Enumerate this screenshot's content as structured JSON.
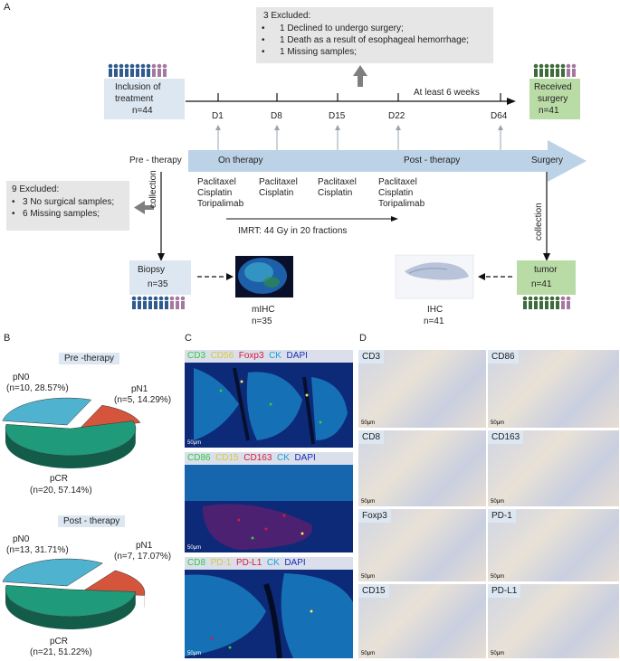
{
  "panels": {
    "a": "A",
    "b": "B",
    "c": "C",
    "d": "D"
  },
  "excluded_top": {
    "title": "3 Excluded:",
    "items": [
      "1 Declined to undergo surgery;",
      "1 Death as a result of esophageal hemorrhage;",
      "1 Missing samples;"
    ]
  },
  "excluded_left": {
    "title": "9 Excluded:",
    "items": [
      "3 No surgical samples;",
      "6 Missing samples;"
    ]
  },
  "inclusion": {
    "line1": "Inclusion of",
    "line2": "treatment",
    "n": "n=44"
  },
  "received": {
    "line1": "Received",
    "line2": "surgery",
    "n": "n=41"
  },
  "timeline": {
    "days": [
      "D1",
      "D8",
      "D15",
      "D22",
      "D64"
    ],
    "weeks_note": "At least 6 weeks"
  },
  "arrow": {
    "pre": "Pre - therapy",
    "on": "On therapy",
    "post": "Post - therapy",
    "surgery": "Surgery"
  },
  "drugs": [
    [
      "Paclitaxel",
      "Cisplatin",
      "Toripalimab"
    ],
    [
      "Paclitaxel",
      "Cisplatin"
    ],
    [
      "Paclitaxel",
      "Cisplatin"
    ],
    [
      "Paclitaxel",
      "Cisplatin",
      "Toripalimab"
    ]
  ],
  "imrt": "IMRT:   44  Gy  in 20 fractions",
  "collection": "collection",
  "biopsy": {
    "label": "Biopsy",
    "n": "n=35"
  },
  "mihc": {
    "label": "mIHC",
    "n": "n=35"
  },
  "tumor": {
    "label": "tumor",
    "n": "n=41"
  },
  "ihc": {
    "label": "IHC",
    "n": "n=41"
  },
  "pie_pre": {
    "title": "Pre -therapy",
    "pN0": [
      "pN0",
      "(n=10, 28.57%)"
    ],
    "pN1": [
      "pN1",
      "(n=5, 14.29%)"
    ],
    "pCR": [
      "pCR",
      "(n=20, 57.14%)"
    ]
  },
  "pie_post": {
    "title": "Post - therapy",
    "pN0": [
      "pN0",
      "(n=13, 31.71%)"
    ],
    "pN1": [
      "pN1",
      "(n=7, 17.07%)"
    ],
    "pCR": [
      "pCR",
      "(n=21, 51.22%)"
    ]
  },
  "mihc_panels": [
    {
      "markers": [
        "CD3",
        "CD56",
        "Foxp3",
        "CK",
        "DAPI"
      ],
      "colors": [
        "#2ecc40",
        "#f5e663",
        "#d81b3c",
        "#1aa0d8",
        "#1a2db8"
      ]
    },
    {
      "markers": [
        "CD86",
        "CD15",
        "CD163",
        "CK",
        "DAPI"
      ],
      "colors": [
        "#2ecc40",
        "#f5e663",
        "#d81b3c",
        "#1aa0d8",
        "#1a2db8"
      ]
    },
    {
      "markers": [
        "CD8",
        "PD-1",
        "PD-L1",
        "CK",
        "DAPI"
      ],
      "colors": [
        "#2ecc40",
        "#f5e663",
        "#d81b3c",
        "#1aa0d8",
        "#1a2db8"
      ]
    }
  ],
  "scale_bar": "50μm",
  "ihc_panels": [
    "CD3",
    "CD86",
    "CD8",
    "CD163",
    "Foxp3",
    "PD-1",
    "CD15",
    "PD-L1"
  ],
  "pie_colors": {
    "pN0": "#4fb3cf",
    "pN1": "#d4543c",
    "pCR": "#1f9a7a"
  }
}
